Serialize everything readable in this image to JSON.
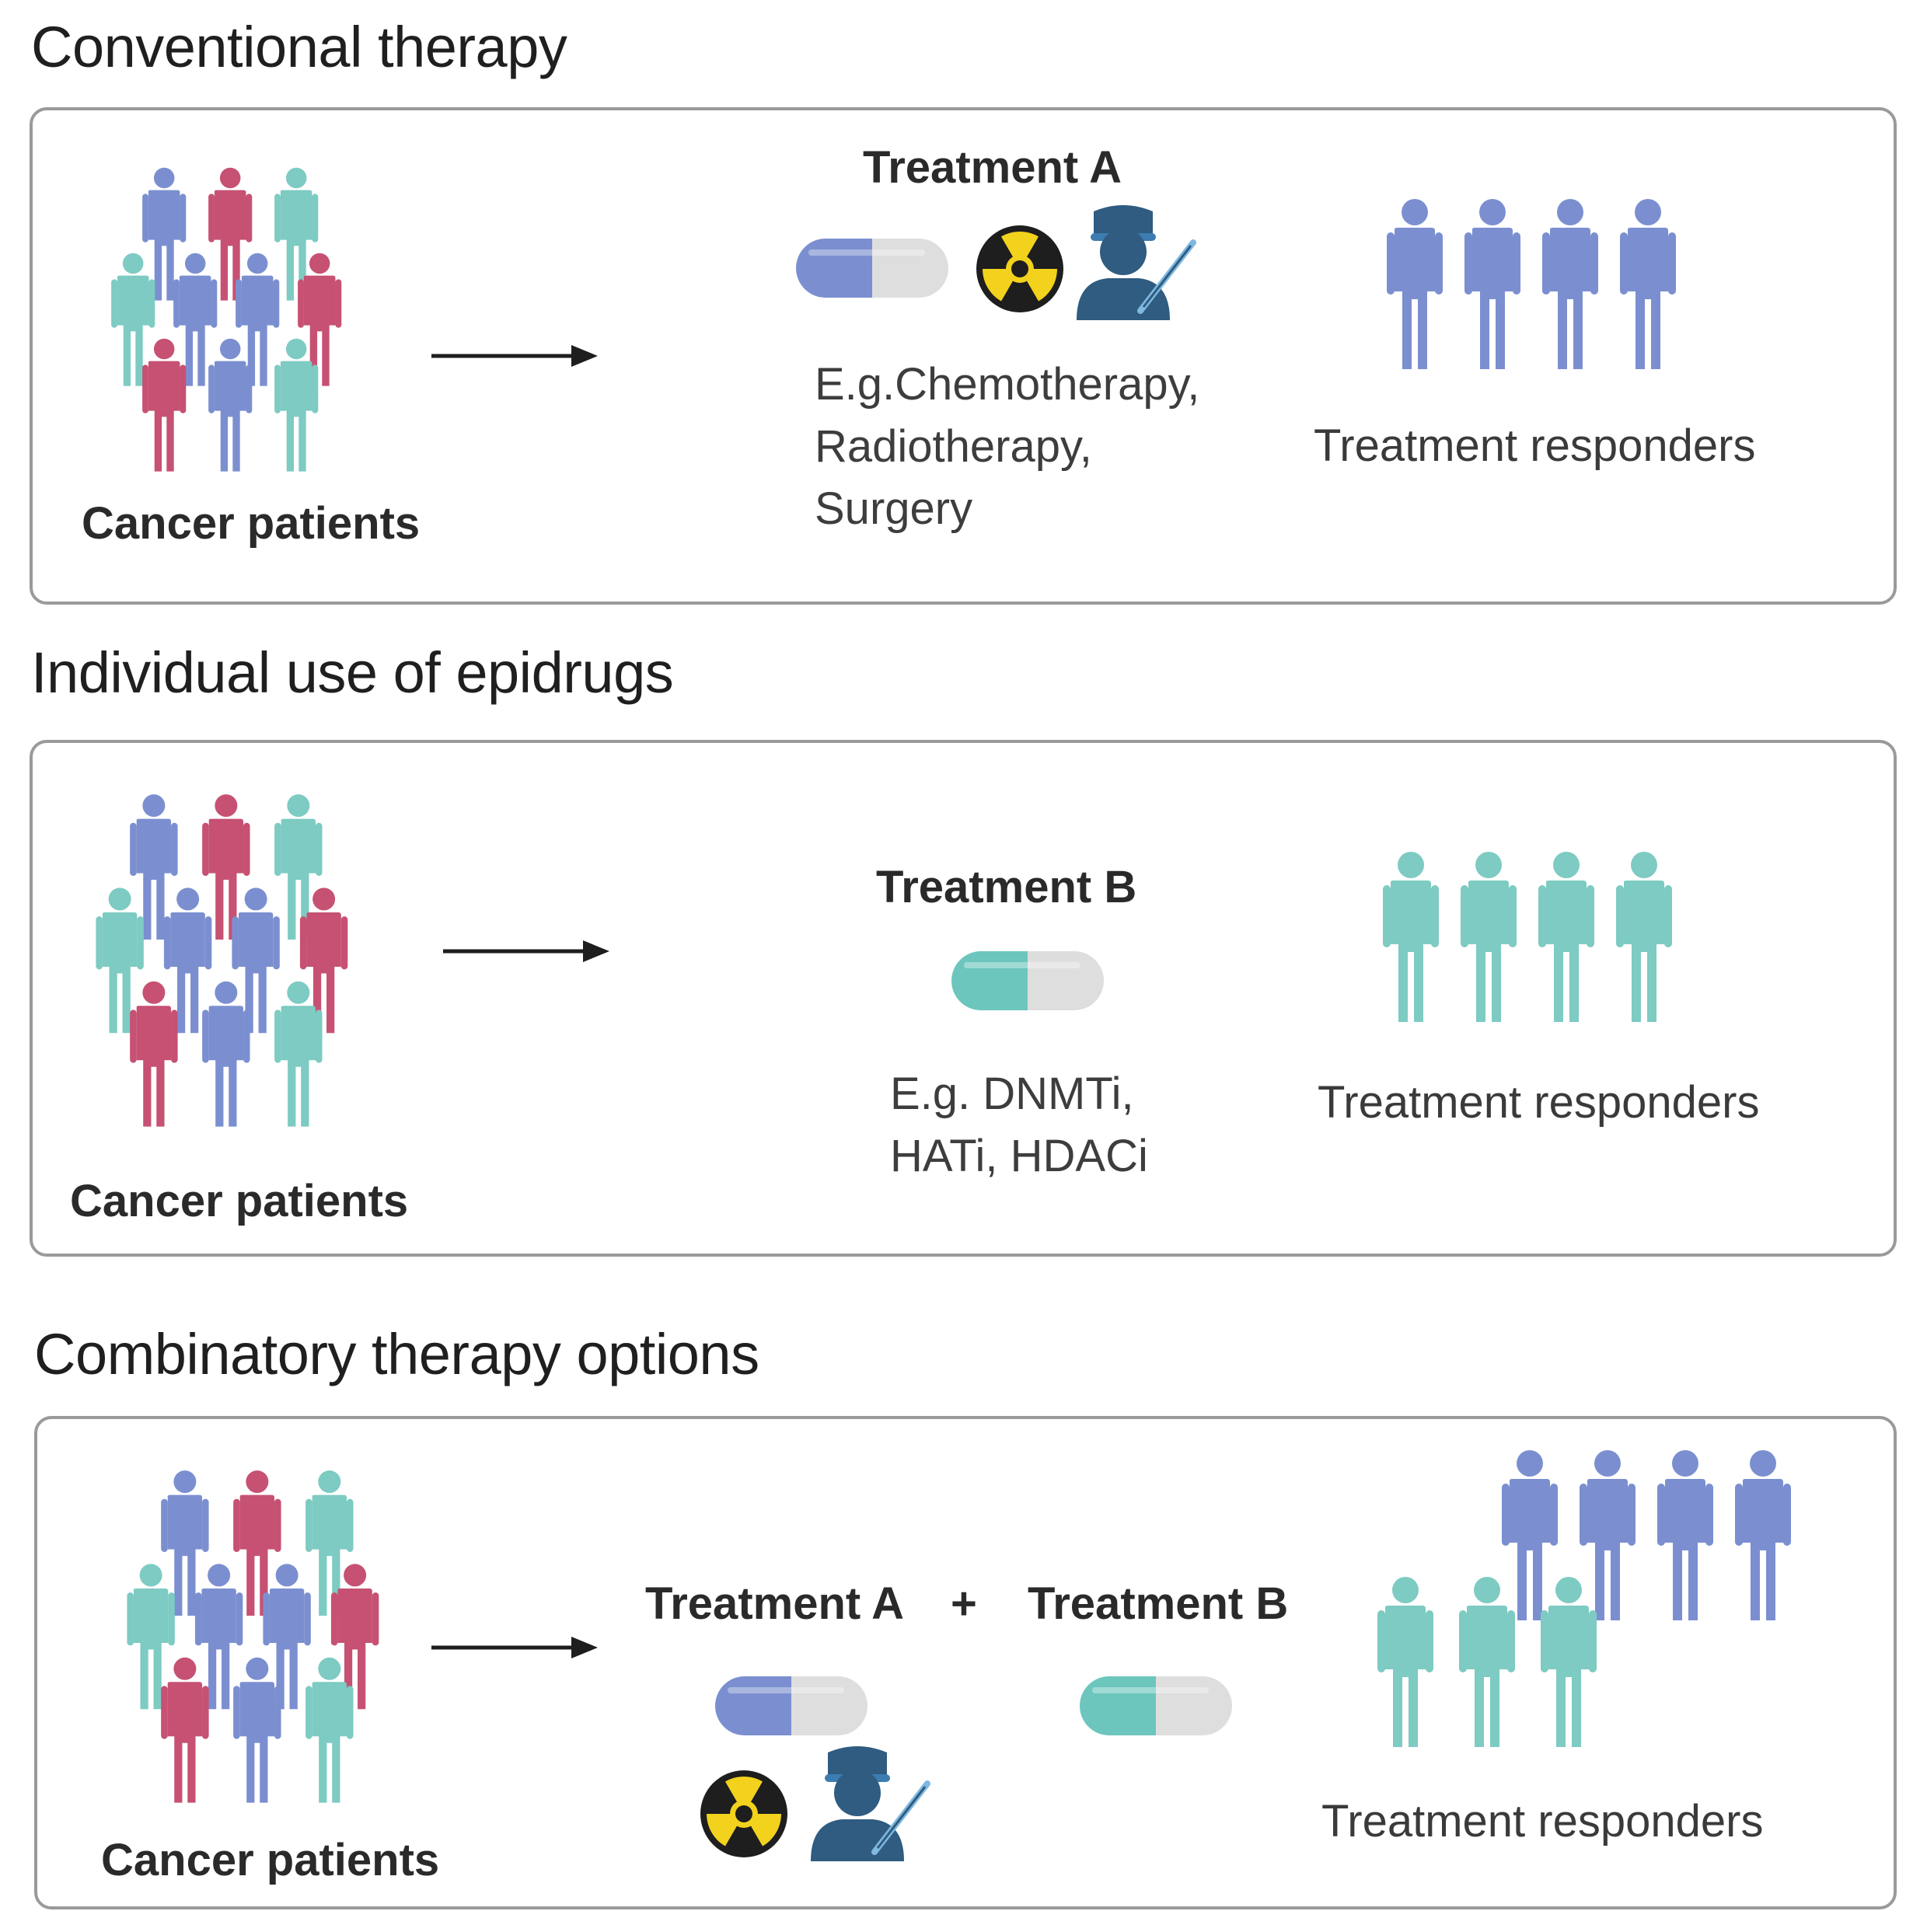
{
  "colors": {
    "blue": "#7b8fd0",
    "red": "#c65173",
    "teal": "#7dcbc2",
    "capsule_grey": "#dedede",
    "surgeon": "#2f5c80",
    "radiation_yellow": "#f2d21c",
    "panel_border": "#9a9a9a"
  },
  "sections": [
    {
      "heading": "Conventional therapy",
      "patients_label": "Cancer patients",
      "treatment_label": "Treatment A",
      "icons": [
        "capsule-blue-icon",
        "radiation-icon",
        "surgeon-icon"
      ],
      "examples": [
        "E.g.Chemotherapy,",
        "Radiotherapy,",
        "Surgery"
      ],
      "responders_label": "Treatment responders"
    },
    {
      "heading": "Individual use of epidrugs",
      "patients_label": "Cancer patients",
      "treatment_label": "Treatment B",
      "icons": [
        "capsule-teal-icon"
      ],
      "examples": [
        "E.g. DNMTi,",
        "HATi, HDACi"
      ],
      "responders_label": "Treatment responders"
    },
    {
      "heading": "Combinatory therapy options",
      "patients_label": "Cancer patients",
      "treatment_a_label": "Treatment A",
      "plus": "+",
      "treatment_b_label": "Treatment B",
      "icons": [
        "capsule-blue-icon",
        "radiation-icon",
        "surgeon-icon",
        "capsule-teal-icon"
      ],
      "responders_label": "Treatment responders"
    }
  ]
}
